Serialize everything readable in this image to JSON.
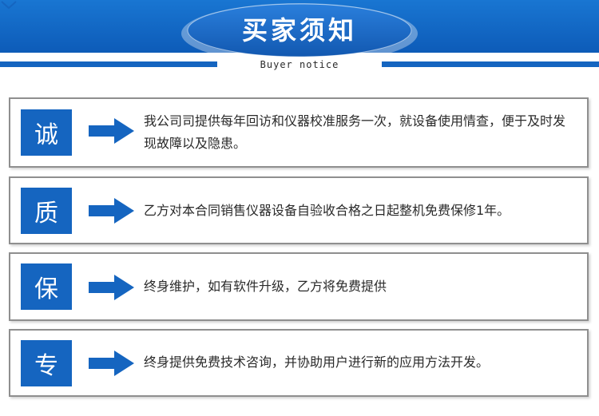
{
  "header": {
    "title": "买家须知",
    "subtitle": "Buyer notice"
  },
  "colors": {
    "brand_blue": "#1565c0",
    "card_border": "#8f8f8f",
    "text": "#2a2a2a"
  },
  "items": [
    {
      "char": "诚",
      "text": "我公司司提供每年回访和仪器校准服务一次，就设备使用情查，便于及时发现故障以及隐患。"
    },
    {
      "char": "质",
      "text": "乙方对本合同销售仪器设备自验收合格之日起整机免费保修1年。"
    },
    {
      "char": "保",
      "text": "终身维护，如有软件升级，乙方将免费提供"
    },
    {
      "char": "专",
      "text": "终身提供免费技术咨询，并协助用户进行新的应用方法开发。"
    }
  ]
}
